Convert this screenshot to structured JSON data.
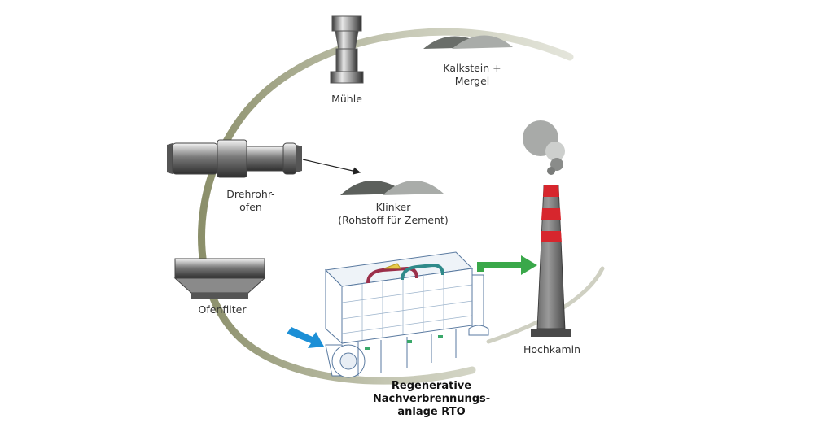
{
  "labels": {
    "muehle": "Mühle",
    "kalkstein_line1": "Kalkstein +",
    "kalkstein_line2": "Mergel",
    "drehrohr_line1": "Drehrohr-",
    "drehrohr_line2": "ofen",
    "klinker_line1": "Klinker",
    "klinker_line2": "(Rohstoff für Zement)",
    "ofenfilter": "Ofenfilter",
    "hochkamin": "Hochkamin",
    "rto_line1": "Regenerative",
    "rto_line2": "Nachverbrennungs-",
    "rto_line3": "anlage RTO"
  },
  "colors": {
    "cycle_ring": "#b9bba4",
    "cycle_ring_dark": "#7c7f5c",
    "rubble_dark": "#6a6e6a",
    "rubble_light": "#a9aca9",
    "chimney_red": "#d7262d",
    "arrow_green": "#3aa84a",
    "arrow_blue": "#1c8fd6",
    "smoke": "#a8aaa8"
  },
  "icons": [
    "mill-icon",
    "limestone-pile-icon",
    "rotary-kiln-icon",
    "clinker-pile-icon",
    "kiln-filter-icon",
    "chimney-icon",
    "rto-plant-icon"
  ]
}
